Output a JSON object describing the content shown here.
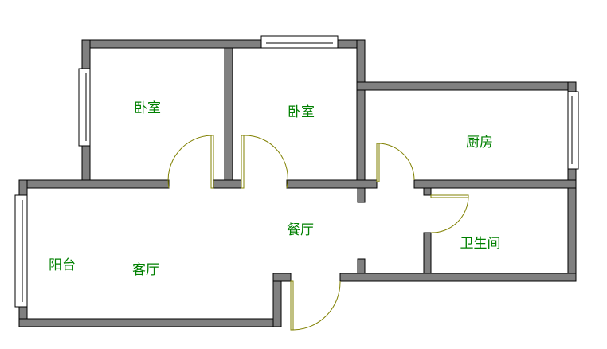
{
  "rooms": {
    "bedroom_1": "卧室",
    "bedroom_2": "卧室",
    "kitchen": "厨房",
    "dining": "餐厅",
    "bathroom": "卫生间",
    "balcony": "阳台",
    "living": "客厅"
  },
  "colors": {
    "wall": "#808080",
    "door": "#808000",
    "label": "#008000"
  }
}
